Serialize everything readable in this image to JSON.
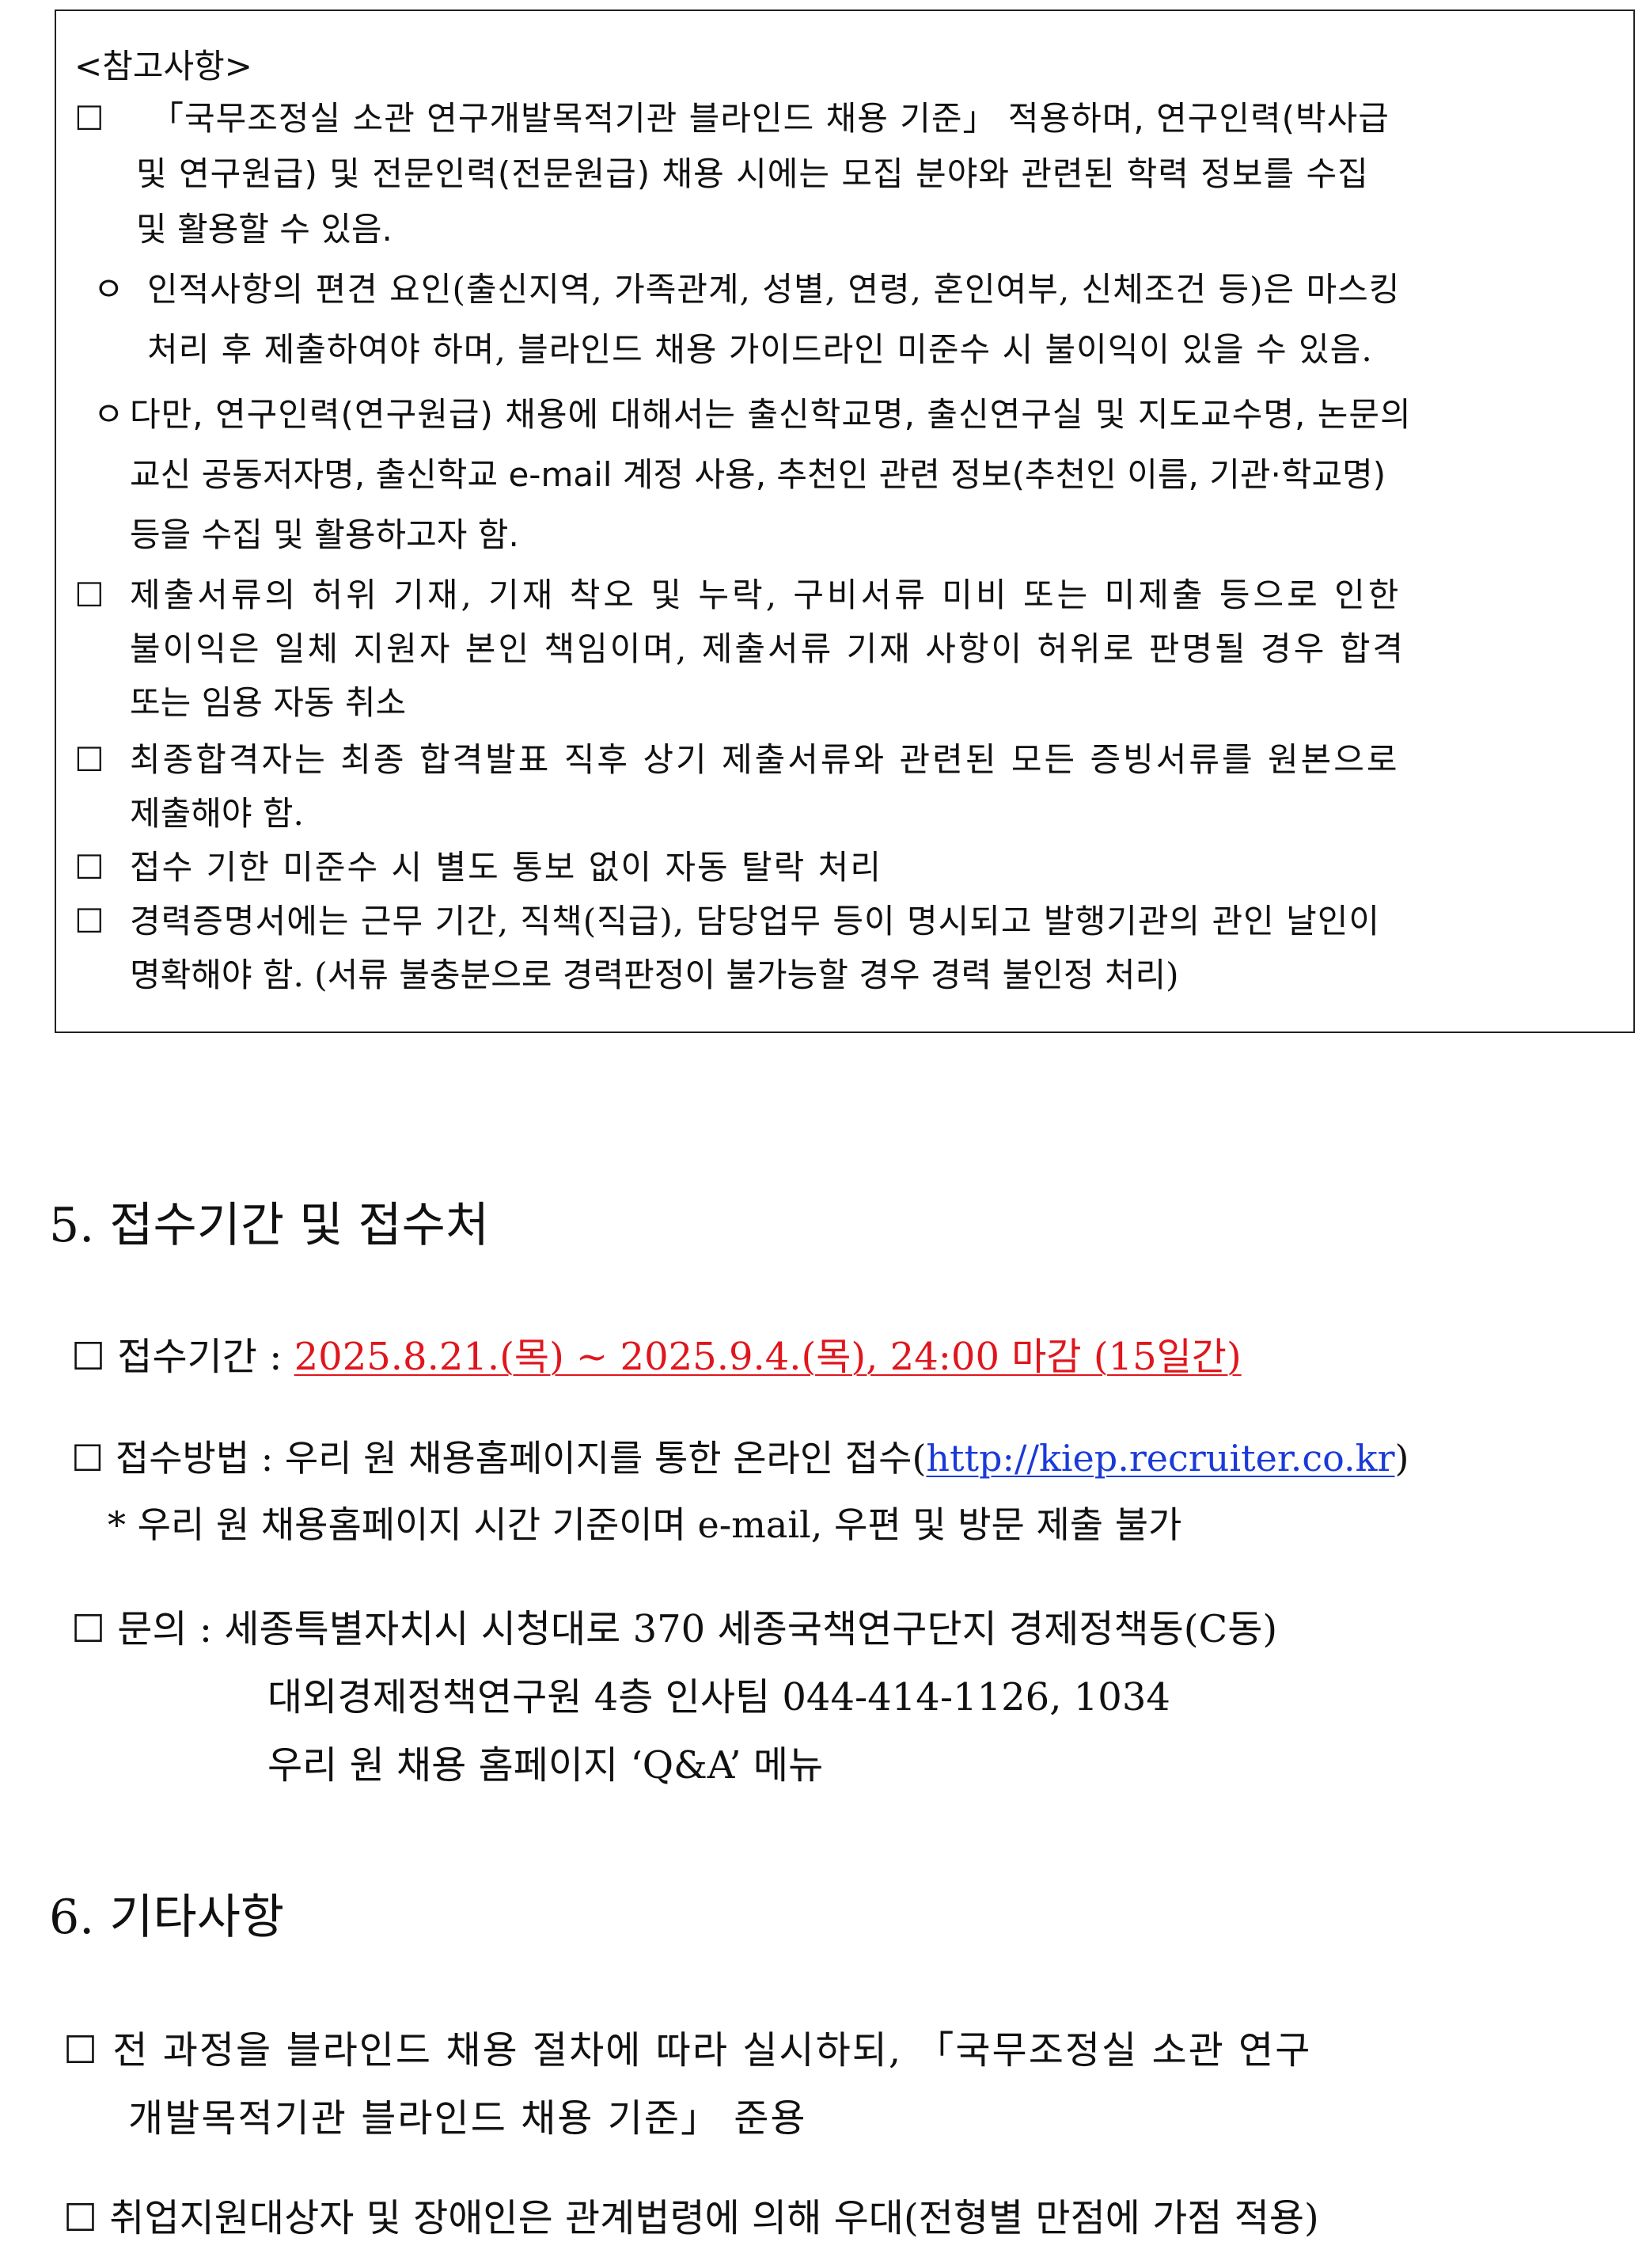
{
  "notes": {
    "heading": "<참고사항>",
    "items": [
      {
        "bullet": "☐",
        "lines": [
          "「국무조정실 소관 연구개발목적기관 블라인드 채용 기준」 적용하며, 연구인력(박사급",
          "및 연구원급) 및 전문인력(전문원급) 채용 시에는 모집 분야와 관련된 학력 정보를 수집",
          "및 활용할 수 있음."
        ]
      },
      {
        "bullet": "ㅇ",
        "lines": [
          "인적사항의 편견 요인(출신지역, 가족관계, 성별, 연령, 혼인여부, 신체조건 등)은 마스킹",
          "처리 후 제출하여야 하며, 블라인드 채용 가이드라인 미준수 시 불이익이 있을 수 있음."
        ]
      },
      {
        "bullet": "ㅇ",
        "lines": [
          "다만, 연구인력(연구원급) 채용에 대해서는 출신학교명, 출신연구실 및 지도교수명, 논문의",
          "교신 공동저자명, 출신학교 e-mail 계정 사용, 추천인 관련 정보(추천인 이름, 기관·학교명)",
          "등을 수집 및 활용하고자 함."
        ]
      },
      {
        "bullet": "☐",
        "lines": [
          "제출서류의 허위 기재, 기재 착오 및 누락, 구비서류 미비 또는 미제출 등으로 인한",
          "불이익은 일체 지원자 본인 책임이며, 제출서류 기재 사항이 허위로 판명될 경우 합격",
          "또는 임용 자동 취소"
        ]
      },
      {
        "bullet": "☐",
        "lines": [
          "최종합격자는 최종 합격발표 직후 상기 제출서류와 관련된 모든 증빙서류를 원본으로",
          "제출해야 함."
        ]
      },
      {
        "bullet": "☐",
        "lines": [
          "접수 기한 미준수 시 별도 통보 없이 자동 탈락 처리"
        ]
      },
      {
        "bullet": "☐",
        "lines": [
          "경력증명서에는 근무 기간, 직책(직급), 담당업무 등이 명시되고 발행기관의 관인 날인이",
          "명확해야 함. (서류 불충분으로 경력판정이 불가능할 경우 경력 불인정 처리)"
        ]
      }
    ]
  },
  "section5": {
    "title": "5. 접수기간 및 접수처",
    "period": {
      "bullet": "☐",
      "label": "접수기간 :",
      "value": "2025.8.21.(목) ~ 2025.9.4.(목), 24:00 마감 (15일간)"
    },
    "method": {
      "bullet": "☐",
      "label": "접수방법 : 우리 원 채용홈페이지를 통한 온라인 접수(",
      "url": "http://kiep.recruiter.co.kr",
      "suffix": ")",
      "note": "* 우리 원 채용홈페이지 시간 기준이며 e-mail, 우편 및 방문 제출 불가"
    },
    "contact": {
      "bullet": "☐",
      "label": "문의 :",
      "lines": [
        "세종특별자치시 시청대로 370 세종국책연구단지 경제정책동(C동)",
        "대외경제정책연구원 4층 인사팀 044-414-1126, 1034",
        "우리 원 채용 홈페이지 ‘Q&A’ 메뉴"
      ]
    }
  },
  "section6": {
    "title": "6. 기타사항",
    "items": [
      {
        "bullet": "☐",
        "lines": [
          "전 과정을 블라인드 채용 절차에 따라 실시하되, 「국무조정실 소관 연구",
          "개발목적기관 블라인드 채용 기준」 준용"
        ]
      },
      {
        "bullet": "☐",
        "lines": [
          "취업지원대상자 및 장애인은 관계법령에 의해 우대(전형별 만점에 가점 적용)"
        ]
      }
    ]
  },
  "colors": {
    "emphasis": "#e0161d",
    "link": "#1a3ad8",
    "text": "#111111"
  }
}
